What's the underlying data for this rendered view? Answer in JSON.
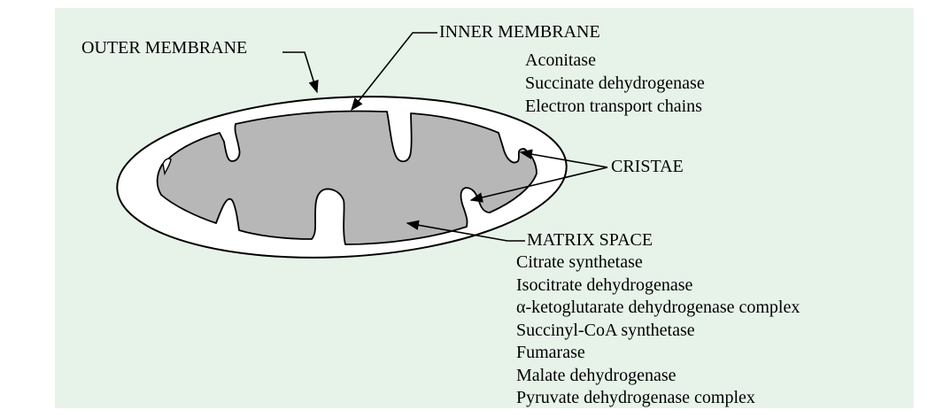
{
  "colors": {
    "panel_background": "#e7f3e9",
    "matrix_fill": "#b7b7b7",
    "outline": "#000000"
  },
  "labels": {
    "outer_membrane": "OUTER MEMBRANE",
    "inner_membrane": "INNER MEMBRANE",
    "cristae": "CRISTAE",
    "matrix_space": "MATRIX SPACE"
  },
  "inner_membrane_enzymes": [
    "Aconitase",
    "Succinate dehydrogenase",
    "Electron transport chains"
  ],
  "matrix_enzymes": [
    "Citrate synthetase",
    "Isocitrate dehydrogenase",
    "α-ketoglutarate dehydrogenase complex",
    "Succinyl-CoA synthetase",
    "Fumarase",
    "Malate dehydrogenase",
    "Pyruvate dehydrogenase complex"
  ]
}
